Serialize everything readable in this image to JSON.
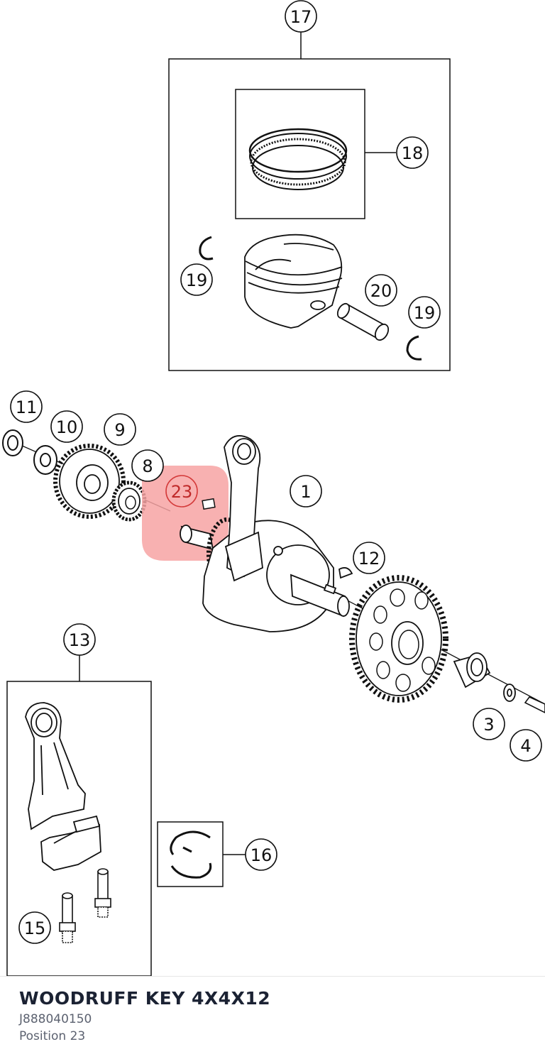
{
  "diagram": {
    "callouts": [
      {
        "id": "17",
        "label": "17"
      },
      {
        "id": "18",
        "label": "18"
      },
      {
        "id": "19a",
        "label": "19"
      },
      {
        "id": "20",
        "label": "20"
      },
      {
        "id": "19b",
        "label": "19"
      },
      {
        "id": "11",
        "label": "11"
      },
      {
        "id": "10",
        "label": "10"
      },
      {
        "id": "9",
        "label": "9"
      },
      {
        "id": "8",
        "label": "8"
      },
      {
        "id": "23",
        "label": "23"
      },
      {
        "id": "1",
        "label": "1"
      },
      {
        "id": "12",
        "label": "12"
      },
      {
        "id": "13",
        "label": "13"
      },
      {
        "id": "3",
        "label": "3"
      },
      {
        "id": "4",
        "label": "4"
      },
      {
        "id": "16",
        "label": "16"
      },
      {
        "id": "15",
        "label": "15"
      }
    ],
    "highlighted_callout": "23",
    "highlight_color": "#f7a3a3"
  },
  "part": {
    "name": "WOODRUFF KEY 4X4X12",
    "number": "J888040150",
    "position": "Position 23"
  }
}
